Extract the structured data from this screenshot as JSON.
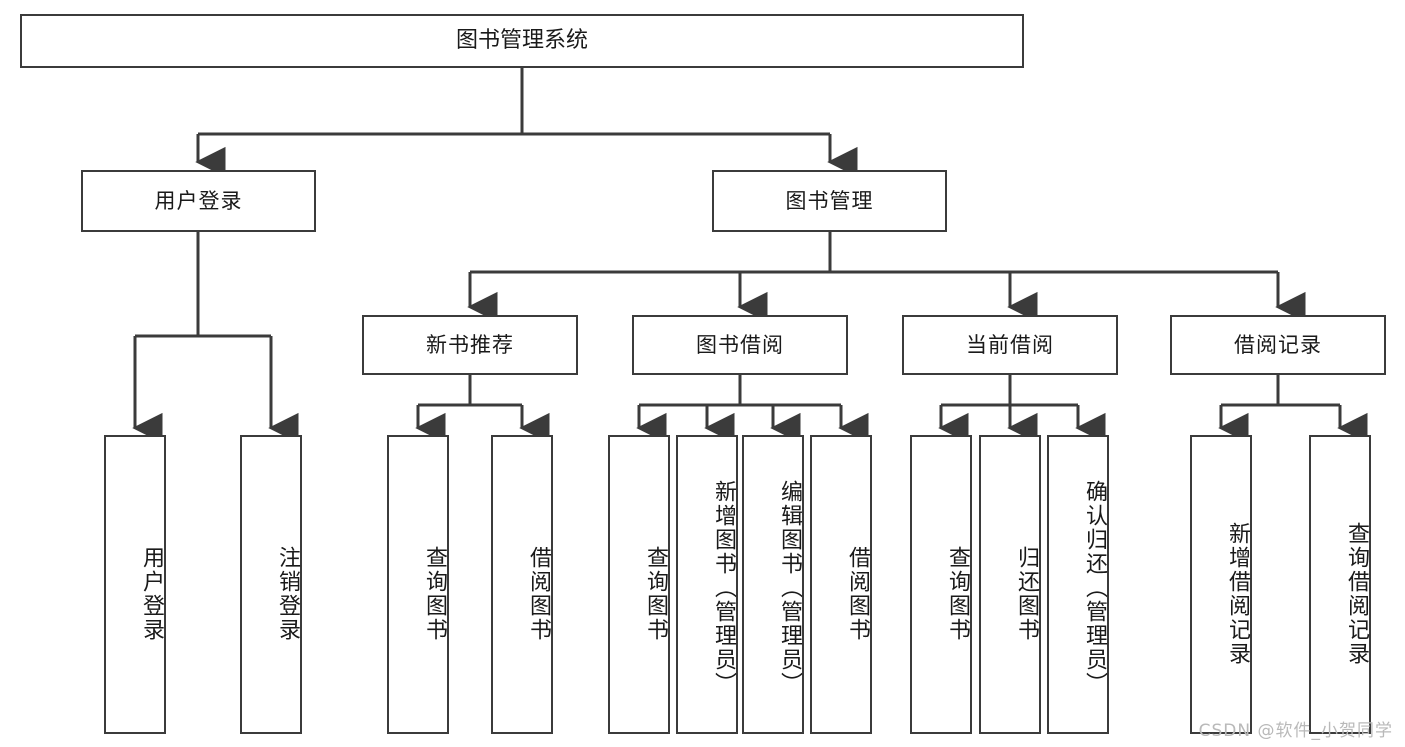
{
  "diagram": {
    "type": "tree",
    "title": "图书管理系统",
    "watermark": "CSDN @软件_小贺同学",
    "colors": {
      "box_border": "#3b3b3b",
      "box_fill": "#ffffff",
      "connector": "#3b3b3b",
      "text": "#1a1a1a",
      "watermark": "#b9b9b9"
    },
    "nodes": {
      "root": {
        "label": "图书管理系统"
      },
      "level2": [
        {
          "label": "用户登录"
        },
        {
          "label": "图书管理"
        }
      ],
      "level3": [
        {
          "label": "新书推荐"
        },
        {
          "label": "图书借阅"
        },
        {
          "label": "当前借阅"
        },
        {
          "label": "借阅记录"
        }
      ],
      "leaves": {
        "user_login": [
          {
            "label": "用户登录"
          },
          {
            "label": "注销登录"
          }
        ],
        "new_book": [
          {
            "label": "查询图书"
          },
          {
            "label": "借阅图书"
          }
        ],
        "book_borrow": [
          {
            "label": "查询图书"
          },
          {
            "label": "新增图书（管理员）"
          },
          {
            "label": "编辑图书（管理员）"
          },
          {
            "label": "借阅图书"
          }
        ],
        "current_borrow": [
          {
            "label": "查询图书"
          },
          {
            "label": "归还图书"
          },
          {
            "label": "确认归还（管理员）"
          }
        ],
        "borrow_record": [
          {
            "label": "新增借阅记录"
          },
          {
            "label": "查询借阅记录"
          }
        ]
      }
    }
  }
}
